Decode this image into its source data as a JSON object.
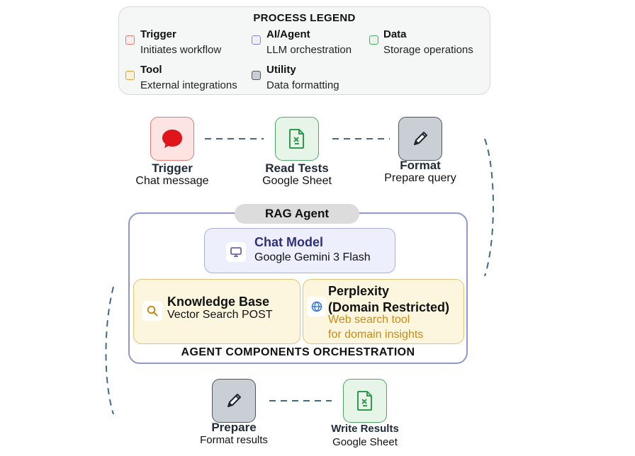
{
  "legend": {
    "title": "PROCESS LEGEND",
    "items": [
      {
        "name": "Trigger",
        "desc": "Initiates workflow",
        "color": "#e07a73"
      },
      {
        "name": "AI/Agent",
        "desc": "LLM orchestration",
        "color": "#8e86c9"
      },
      {
        "name": "Data",
        "desc": "Storage operations",
        "color": "#4ea866"
      },
      {
        "name": "Tool",
        "desc": "External integrations",
        "color": "#d9a23a"
      },
      {
        "name": "Utility",
        "desc": "Data formatting",
        "color": "#4b5560"
      }
    ]
  },
  "nodes": {
    "trigger": {
      "label": "Trigger",
      "sub": "Chat message",
      "icon": "chat-bubble-icon"
    },
    "read_tests": {
      "label": "Read Tests",
      "sub": "Google Sheet",
      "icon": "sheet-icon"
    },
    "format": {
      "label": "Format",
      "sub": "Prepare query",
      "icon": "pencil-icon"
    },
    "prepare": {
      "label": "Prepare",
      "sub": "Format results",
      "icon": "pencil-icon"
    },
    "write_results": {
      "label": "Write Results",
      "sub": "Google Sheet",
      "icon": "sheet-icon"
    }
  },
  "agent": {
    "title": "RAG Agent",
    "footer": "AGENT COMPONENTS ORCHESTRATION",
    "chat_model": {
      "title": "Chat Model",
      "sub": "Google Gemini 3 Flash",
      "icon": "monitor-icon"
    },
    "knowledge_base": {
      "title": "Knowledge Base",
      "sub": "Vector Search POST",
      "icon": "search-icon"
    },
    "perplexity": {
      "title_line1": "Perplexity",
      "title_line2": "(Domain Restricted)",
      "desc_line1": "Web search tool",
      "desc_line2": "for domain insights",
      "icon": "globe-icon"
    }
  },
  "colors": {
    "connector": "#3f6a8c",
    "accent_purple": "#2f2f7a",
    "tool_text": "#c98b12"
  }
}
